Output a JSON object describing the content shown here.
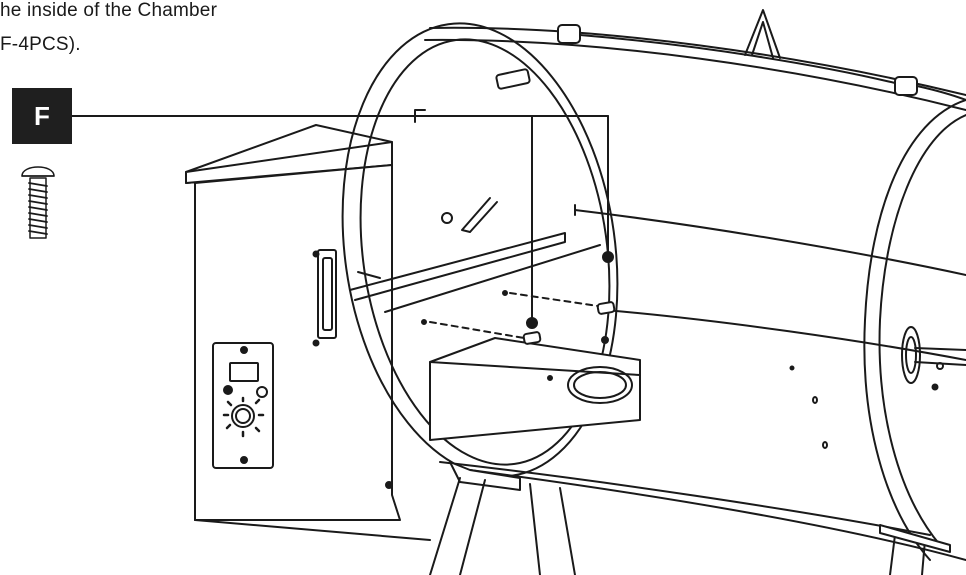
{
  "instructions": {
    "line1": "he inside of the Chamber",
    "line2": "F-4PCS)."
  },
  "part_callout": {
    "label": "F",
    "icon": "bolt-screw-icon"
  },
  "colors": {
    "ink": "#1a1a1a",
    "callout_fill": "#1f1f1f",
    "background": "#ffffff"
  }
}
